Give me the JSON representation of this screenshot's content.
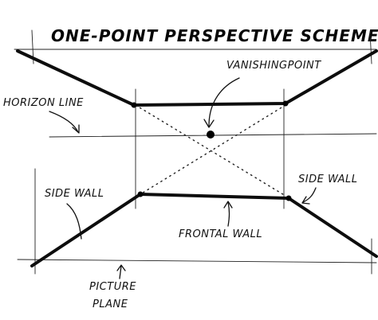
{
  "diagram": {
    "title": "ONE-POINT PERSPECTIVE SCHEME",
    "labels": {
      "vanishing_point": "VANISHINGPOINT",
      "horizon_line": "HORIZON LINE",
      "side_wall_left": "SIDE WALL",
      "side_wall_right": "SIDE WALL",
      "frontal_wall": "FRONTAL WALL",
      "picture_plane_line1": "PICTURE",
      "picture_plane_line2": "PLANE"
    }
  }
}
